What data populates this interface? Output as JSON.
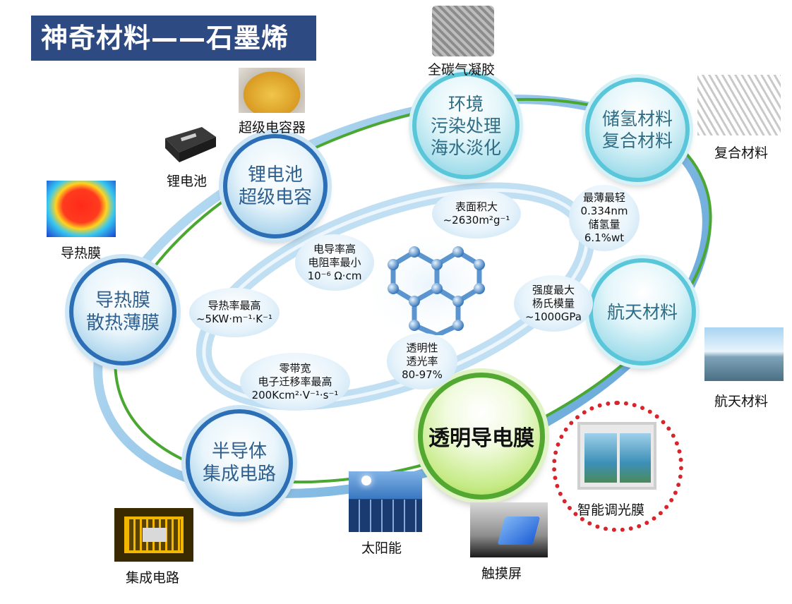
{
  "title": "神奇材料——石墨烯",
  "hubs": {
    "battery": [
      "锂电池",
      "超级电容"
    ],
    "env": [
      "环境",
      "污染处理",
      "海水淡化"
    ],
    "hydrogen": [
      "储氢材料",
      "复合材料"
    ],
    "thermal": [
      "导热膜",
      "散热薄膜"
    ],
    "aero": "航天材料",
    "semi": [
      "半导体",
      "集成电路"
    ],
    "transparent": "透明导电膜"
  },
  "properties": {
    "surface": {
      "line1": "表面积大",
      "line2": "~2630m²g⁻¹"
    },
    "thin": {
      "line1": "最薄最轻",
      "line2": "0.334nm",
      "line3": "储氢量",
      "line4": "6.1%wt"
    },
    "conduct": {
      "line1": "电导率高",
      "line2": "电阻率最小",
      "line3": "10⁻⁶ Ω·cm"
    },
    "heat": {
      "line1": "导热率最高",
      "line2": "~5KW·m⁻¹·K⁻¹"
    },
    "strength": {
      "line1": "强度最大",
      "line2": "杨氏模量",
      "line3": "~1000GPa"
    },
    "transparency": {
      "line1": "透明性",
      "line2": "透光率",
      "line3": "80-97%"
    },
    "bandgap": {
      "line1": "零带宽",
      "line2": "电子迁移率最高",
      "line3": "200Kcm²·V⁻¹·s⁻¹"
    }
  },
  "applications": {
    "aerogel": "全碳气凝胶",
    "supercap": "超级电容器",
    "li_battery": "锂电池",
    "composite": "复合材料",
    "thermal_film": "导热膜",
    "aerospace": "航天材料",
    "ic": "集成电路",
    "solar": "太阳能",
    "touch": "触摸屏",
    "smart_film": "智能调光膜"
  },
  "colors": {
    "title_bg": "#2e4a82",
    "ring_blue": "#2c6fb6",
    "ring_green": "#4aa832",
    "dotted_red": "#d8242a"
  }
}
